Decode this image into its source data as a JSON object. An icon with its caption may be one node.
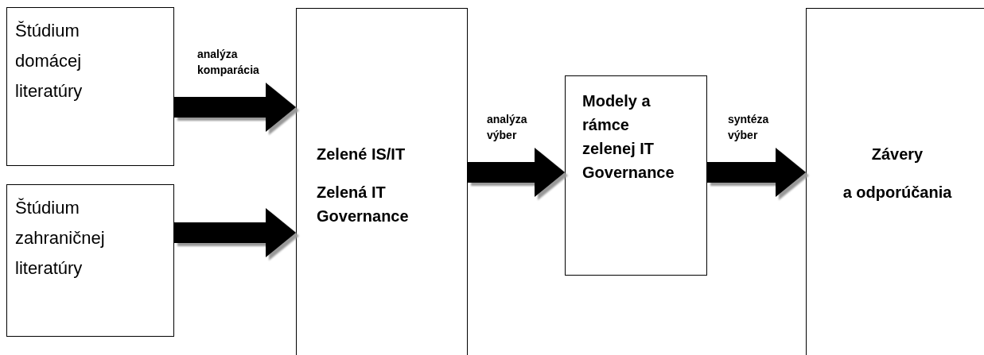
{
  "diagram": {
    "nodes": [
      {
        "text": [
          "Štúdium domácej literatúry"
        ]
      },
      {
        "text": [
          "Štúdium zahraničnej literatúry"
        ]
      },
      {
        "text": [
          "Zelené IS/IT",
          "Zelená IT Governance"
        ]
      },
      {
        "text": [
          "Modely a rámce zelenej IT Governance"
        ]
      },
      {
        "text": [
          "Závery",
          "a odporúčania"
        ]
      }
    ],
    "edges": [
      {
        "from": 0,
        "to": 2,
        "arrow": "to",
        "label": "analýza komparácia"
      },
      {
        "from": 1,
        "to": 2,
        "arrow": "to"
      },
      {
        "from": 2,
        "to": 3,
        "arrow": "to",
        "label": "analýza výber"
      },
      {
        "from": 3,
        "to": 4,
        "arrow": "to",
        "label": "syntéza výber"
      }
    ]
  }
}
